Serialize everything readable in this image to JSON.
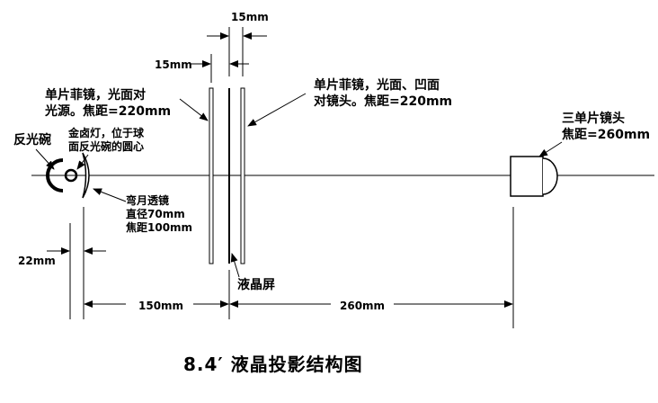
{
  "labels": {
    "gap_15_top": "15mm",
    "gap_15_mid": "15mm",
    "fresnel_1": "单片菲镜，光面对\n光源。焦距=220mm",
    "fresnel_2": "单片菲镜，光面、凹面\n对镜头。焦距=220mm",
    "lens_triplet": "三单片镜头\n焦距=260mm",
    "reflector": "反光碗",
    "lamp": "金卤灯，位于球\n面反光碗的圆心",
    "meniscus": "弯月透镜\n直径70mm\n焦距100mm",
    "dim_22": "22mm",
    "lcd": "液晶屏",
    "dim_150": "150mm",
    "dim_260": "260mm"
  },
  "caption": "8.4′ 液晶投影结构图",
  "colors": {
    "ink": "#000000",
    "background": "#ffffff"
  }
}
